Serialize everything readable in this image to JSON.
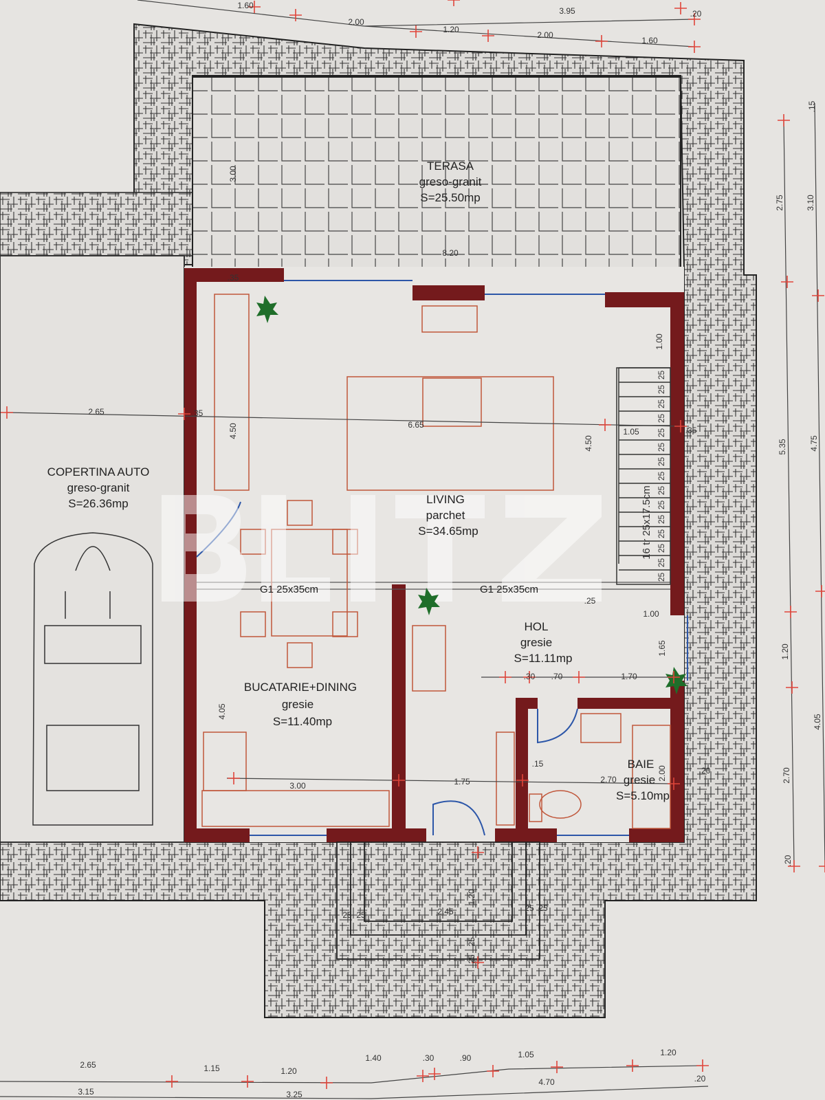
{
  "rooms": {
    "terasa": {
      "name": "TERASA",
      "finish": "greso-granit",
      "area": "S=25.50mp"
    },
    "carport": {
      "name": "COPERTINA AUTO",
      "finish": "greso-granit",
      "area": "S=26.36mp"
    },
    "living": {
      "name": "LIVING",
      "finish": "parchet",
      "area": "S=34.65mp"
    },
    "kitchen": {
      "name": "BUCATARIE+DINING",
      "finish": "gresie",
      "area": "S=11.40mp"
    },
    "hol": {
      "name": "HOL",
      "finish": "gresie",
      "area": "S=11.11mp"
    },
    "baie": {
      "name": "BAIE",
      "finish": "gresie",
      "area": "S=5.10mp"
    }
  },
  "beams": [
    "G1 25x35cm",
    "G1 25x35cm"
  ],
  "stair": {
    "label": "16 tr 25x17.5cm",
    "tread": "25",
    "tread_count": 15
  },
  "dimensions": {
    "top_row_1": [
      "1.60",
      "3.95",
      ".20"
    ],
    "top_row_2": [
      "2.00",
      "1.20",
      "2.00",
      "1.60"
    ],
    "bottom_row_1": [
      "2.65",
      "1.15",
      "1.20",
      "1.40",
      ".30",
      ".90",
      "1.05",
      "1.20"
    ],
    "bottom_row_2": [
      "3.15",
      "3.25",
      "4.70",
      ".20"
    ],
    "right_inner": [
      "2.75",
      "5.35",
      "1.20",
      "2.70",
      ".20"
    ],
    "right_outer": [
      "3.10",
      "4.75",
      "4.05",
      ".15"
    ],
    "interior": [
      "3.00",
      "8.20",
      "2.65",
      "6.65",
      "4.50",
      "4.50",
      "1.00",
      "1.05",
      "1.00",
      "1.65",
      ".30",
      ".70",
      "1.70",
      "4.05",
      "3.00",
      "1.75",
      "2.70",
      "2.00",
      ".15",
      "1.20",
      "2.45",
      ".35",
      ".35",
      ".35",
      ".25",
      ".20"
    ],
    "steps": [
      "25",
      "25",
      "25",
      "25",
      "25",
      "25"
    ]
  },
  "watermark": "BLITZ",
  "colors": {
    "wall": "#741a1c",
    "paper": "#e6e4e1",
    "furniture": "#c0563a",
    "dimension_tick": "#e0453a",
    "window": "#2c56a8",
    "plant": "#1f6e2a"
  }
}
